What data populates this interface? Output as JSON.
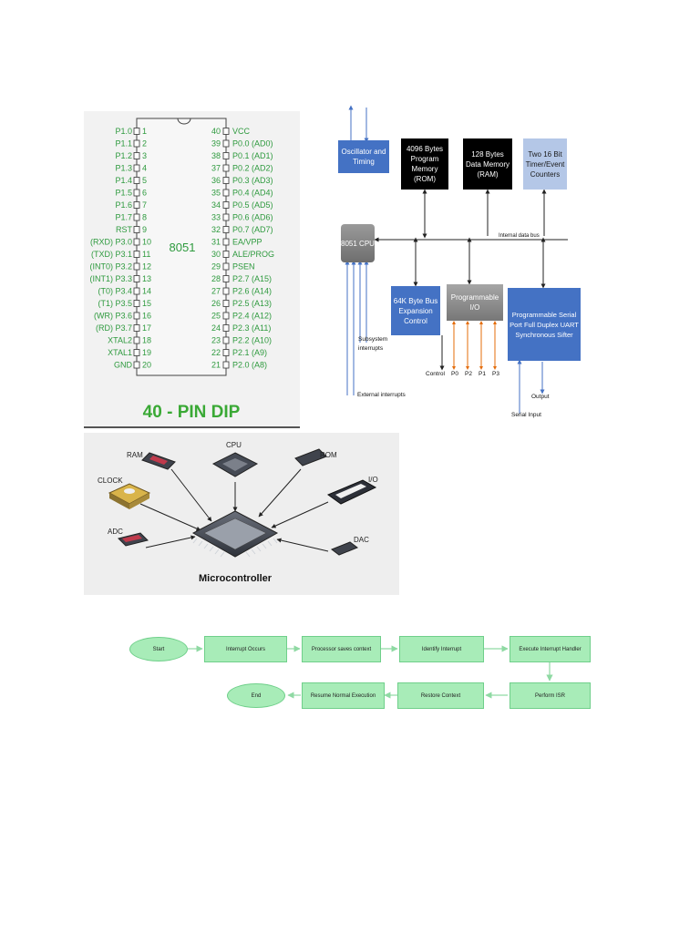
{
  "pinout": {
    "chip_name": "8051",
    "title": "40 - PIN DIP",
    "left_pins": [
      {
        "label": "P1.0",
        "num": "1"
      },
      {
        "label": "P1.1",
        "num": "2"
      },
      {
        "label": "P1.2",
        "num": "3"
      },
      {
        "label": "P1.3",
        "num": "4"
      },
      {
        "label": "P1.4",
        "num": "5"
      },
      {
        "label": "P1.5",
        "num": "6"
      },
      {
        "label": "P1.6",
        "num": "7"
      },
      {
        "label": "P1.7",
        "num": "8"
      },
      {
        "label": "RST",
        "num": "9"
      },
      {
        "label": "(RXD) P3.0",
        "num": "10"
      },
      {
        "label": "(TXD) P3.1",
        "num": "11"
      },
      {
        "label": "(INT0) P3.2",
        "num": "12"
      },
      {
        "label": "(INT1) P3.3",
        "num": "13"
      },
      {
        "label": "(T0) P3.4",
        "num": "14"
      },
      {
        "label": "(T1) P3.5",
        "num": "15"
      },
      {
        "label": "(WR) P3.6",
        "num": "16"
      },
      {
        "label": "(RD) P3.7",
        "num": "17"
      },
      {
        "label": "XTAL2",
        "num": "18"
      },
      {
        "label": "XTAL1",
        "num": "19"
      },
      {
        "label": "GND",
        "num": "20"
      }
    ],
    "right_pins": [
      {
        "label": "VCC",
        "num": "40"
      },
      {
        "label": "P0.0 (AD0)",
        "num": "39"
      },
      {
        "label": "P0.1 (AD1)",
        "num": "38"
      },
      {
        "label": "P0.2 (AD2)",
        "num": "37"
      },
      {
        "label": "P0.3 (AD3)",
        "num": "36"
      },
      {
        "label": "P0.4 (AD4)",
        "num": "35"
      },
      {
        "label": "P0.5 (AD5)",
        "num": "34"
      },
      {
        "label": "P0.6 (AD6)",
        "num": "33"
      },
      {
        "label": "P0.7 (AD7)",
        "num": "32"
      },
      {
        "label": "EA/VPP",
        "num": "31"
      },
      {
        "label": "ALE/PROG",
        "num": "30"
      },
      {
        "label": "PSEN",
        "num": "29"
      },
      {
        "label": "P2.7 (A15)",
        "num": "28"
      },
      {
        "label": "P2.6 (A14)",
        "num": "27"
      },
      {
        "label": "P2.5 (A13)",
        "num": "26"
      },
      {
        "label": "P2.4 (A12)",
        "num": "25"
      },
      {
        "label": "P2.3 (A11)",
        "num": "24"
      },
      {
        "label": "P2.2 (A10)",
        "num": "23"
      },
      {
        "label": "P2.1 (A9)",
        "num": "22"
      },
      {
        "label": "P2.0 (A8)",
        "num": "21"
      }
    ],
    "text_color": "#2e9a3e"
  },
  "block_diagram": {
    "oscillator": "Oscillator and Timing",
    "rom": "4096 Bytes Program Memory (ROM)",
    "ram": "128 Bytes Data Memory (RAM)",
    "timers": "Two 16 Bit Timer/Event Counters",
    "cpu": "8051 CPU",
    "bus_label": "Internal data bus",
    "bus_expansion": "64K Byte Bus Expansion Control",
    "prog_io": "Programmable I/O",
    "serial": "Programmable Serial Port Full Duplex UART Synchronous Sifter",
    "subsystem": "Subsystem interrupts",
    "external": "External interrupts",
    "control": "Control",
    "ports": [
      "P0",
      "P2",
      "P1",
      "P3"
    ],
    "output": "Output",
    "serial_input": "Serial Input",
    "colors": {
      "blue": "#4472c4",
      "light_blue": "#b4c7e7",
      "arrow_orange": "#e46c0a"
    }
  },
  "microcontroller": {
    "title": "Microcontroller",
    "components": [
      "RAM",
      "CPU",
      "ROM",
      "CLOCK",
      "I/O",
      "ADC",
      "DAC"
    ]
  },
  "flowchart": {
    "start": "Start",
    "step1": "Interrupt Occurs",
    "step2": "Processor saves context",
    "step3": "Identify Interrupt",
    "step4": "Execute Interrupt Handler",
    "step5": "Perform ISR",
    "step6": "Restore Context",
    "step7": "Resume Normal Execution",
    "end": "End",
    "fill_color": "#a8ecb8"
  }
}
